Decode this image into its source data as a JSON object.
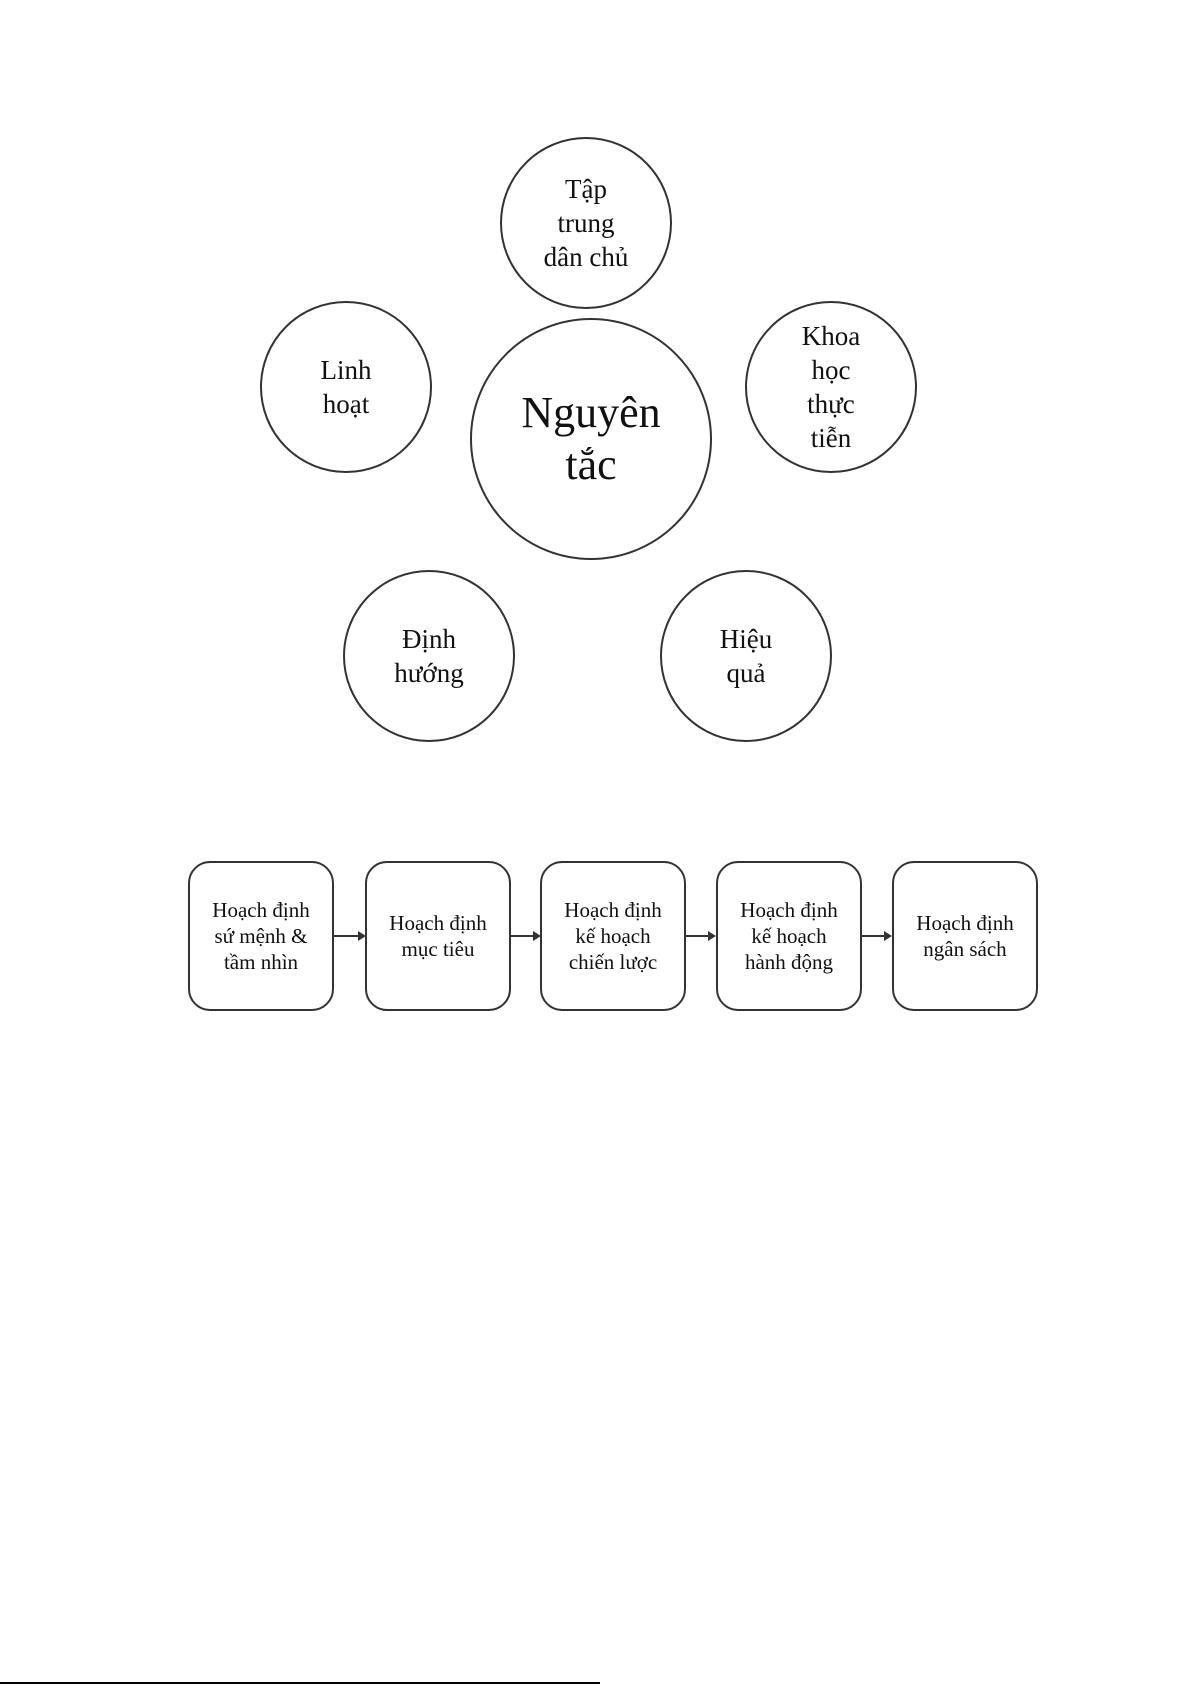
{
  "principles_diagram": {
    "center": "Nguyên\ntắc",
    "nodes": [
      "Tập\ntrung\ndân chủ",
      "Linh\nhoạt",
      "Khoa\nhọc\nthực\ntiễn",
      "Định\nhướng",
      "Hiệu\nquả"
    ]
  },
  "planning_flow": {
    "steps": [
      "Hoạch định\nsứ mệnh &\ntầm nhìn",
      "Hoạch định\nmục tiêu",
      "Hoạch định\nkế hoạch\nchiến lược",
      "Hoạch định\nkế hoạch\nhành động",
      "Hoạch định\nngân sách"
    ]
  }
}
